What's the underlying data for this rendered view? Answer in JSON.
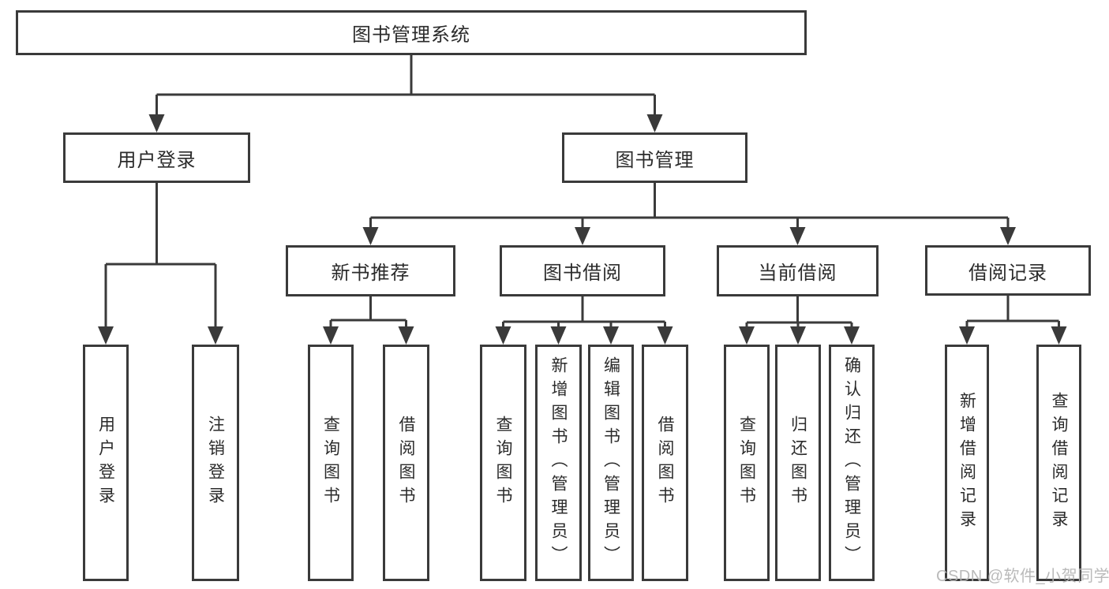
{
  "diagram": {
    "title": "图书管理系统",
    "watermark": "CSDN @软件_小贺同学",
    "colors": {
      "line": "#3a3a3a",
      "text": "#2b2b2b",
      "background": "#ffffff",
      "watermark": "#b3b3b3"
    },
    "nodes": {
      "root": {
        "label": "图书管理系统",
        "children": [
          "user_login",
          "book_management"
        ]
      },
      "user_login": {
        "label": "用户登录",
        "children": [
          "leaf_user_login",
          "leaf_logout"
        ]
      },
      "book_management": {
        "label": "图书管理",
        "children": [
          "new_book_recommend",
          "book_borrow",
          "current_borrow",
          "borrow_records"
        ]
      },
      "new_book_recommend": {
        "label": "新书推荐",
        "children": [
          "nb_query_books",
          "nb_borrow_books"
        ]
      },
      "book_borrow": {
        "label": "图书借阅",
        "children": [
          "bb_query_books",
          "bb_add_books",
          "bb_edit_books",
          "bb_borrow_books"
        ]
      },
      "current_borrow": {
        "label": "当前借阅",
        "children": [
          "cb_query_books",
          "cb_return_books",
          "cb_confirm_return"
        ]
      },
      "borrow_records": {
        "label": "借阅记录",
        "children": [
          "br_add_record",
          "br_query_record"
        ]
      },
      "leaf_user_login": {
        "label": "用户登录"
      },
      "leaf_logout": {
        "label": "注销登录"
      },
      "nb_query_books": {
        "label": "查询图书"
      },
      "nb_borrow_books": {
        "label": "借阅图书"
      },
      "bb_query_books": {
        "label": "查询图书"
      },
      "bb_add_books": {
        "label": "新增图书（管理员）"
      },
      "bb_edit_books": {
        "label": "编辑图书（管理员）"
      },
      "bb_borrow_books": {
        "label": "借阅图书"
      },
      "cb_query_books": {
        "label": "查询图书"
      },
      "cb_return_books": {
        "label": "归还图书"
      },
      "cb_confirm_return": {
        "label": "确认归还（管理员）"
      },
      "br_add_record": {
        "label": "新增借阅记录"
      },
      "br_query_record": {
        "label": "查询借阅记录"
      }
    }
  }
}
